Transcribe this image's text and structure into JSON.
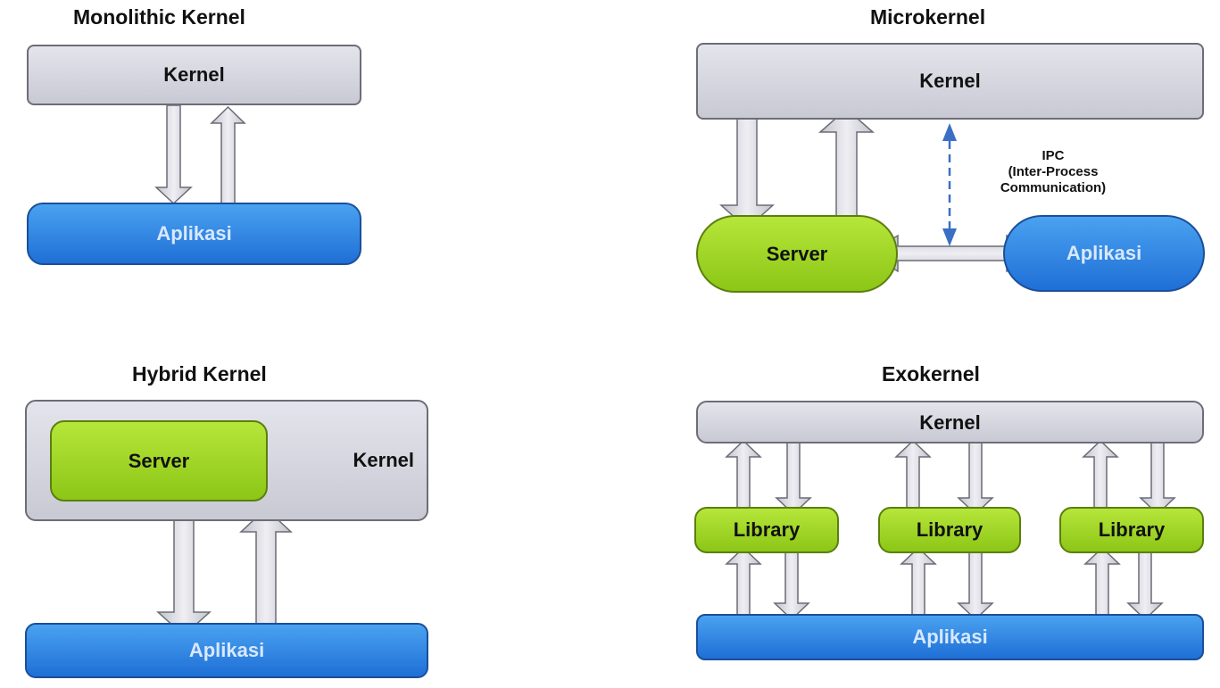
{
  "monolithic": {
    "title": "Monolithic Kernel",
    "kernel": "Kernel",
    "app": "Aplikasi"
  },
  "microkernel": {
    "title": "Microkernel",
    "kernel": "Kernel",
    "server": "Server",
    "app": "Aplikasi",
    "ipc_line1": "IPC",
    "ipc_line2": "(Inter-Process",
    "ipc_line3": "Communication)"
  },
  "hybrid": {
    "title": "Hybrid Kernel",
    "server": "Server",
    "kernel": "Kernel",
    "app": "Aplikasi"
  },
  "exokernel": {
    "title": "Exokernel",
    "kernel": "Kernel",
    "libraries": [
      "Library",
      "Library",
      "Library"
    ],
    "app": "Aplikasi"
  },
  "colors": {
    "kernel": "#d4d4dc",
    "app": "#2f86e6",
    "server": "#9ed424",
    "arrow": "#d0d0d8",
    "ipc": "#3b6fc4"
  }
}
